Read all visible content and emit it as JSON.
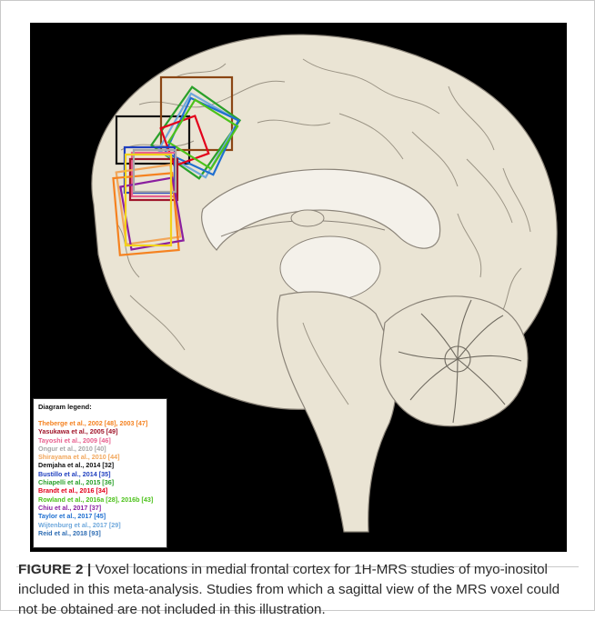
{
  "legend": {
    "title": "Diagram legend:",
    "entries": [
      {
        "text": "Theberge et al., 2002 [48], 2003 [47]",
        "color": "#f58220"
      },
      {
        "text": "Yasukawa et al., 2005 [49]",
        "color": "#a0162b"
      },
      {
        "text": "Tayoshi et al., 2009 [46]",
        "color": "#e8608f"
      },
      {
        "text": "Ongur et al., 2010 [40]",
        "color": "#a6a6a6"
      },
      {
        "text": "Shirayama et al., 2010 [44]",
        "color": "#f2a65a"
      },
      {
        "text": "Demjaha et al., 2014 [32]",
        "color": "#111111"
      },
      {
        "text": "Bustillo et al., 2014 [35]",
        "color": "#1f3fbf"
      },
      {
        "text": "Chiapelli et al., 2015 [36]",
        "color": "#2aa02a"
      },
      {
        "text": "Brandt et al., 2016 [34]",
        "color": "#e3001b"
      },
      {
        "text": "Rowland et al., 2016a [28], 2016b [43]",
        "color": "#4cc21a"
      },
      {
        "text": "Chiu et al., 2017 [37]",
        "color": "#8a1fa0"
      },
      {
        "text": "Taylor et al., 2017 [45]",
        "color": "#1f6fd0"
      },
      {
        "text": "Wijtenburg et al., 2017 [29]",
        "color": "#6fa8dc"
      },
      {
        "text": "Reid et al., 2018 [93]",
        "color": "#2e6db4"
      }
    ]
  },
  "caption": {
    "label": "FIGURE 2 |",
    "text": " Voxel locations in medial frontal cortex for 1H-MRS studies of myo-inositol included in this meta-analysis. Studies from which a sagittal view of the MRS voxel could not be obtained are not included in this illustration."
  },
  "colors": {
    "brain_fill": "#eae4d4",
    "brain_stroke": "#8a8378",
    "background": "#000000"
  }
}
